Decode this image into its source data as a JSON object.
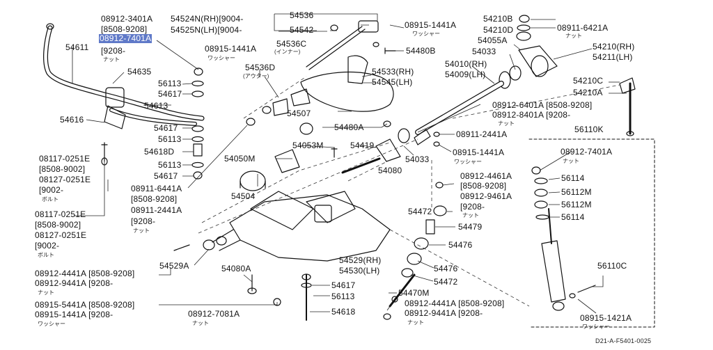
{
  "diagram_ref": "D21-A-F5401-0025",
  "highlight_color": "#5f79c8",
  "labels": {
    "p54611": "54611",
    "p08912_3401A": "08912-3401A",
    "p08912_3401A_d": "[8508-9208]",
    "p08912_7401A_hl": "08912-7401A",
    "p08912_7401A_hl_d": "[9208-",
    "p08912_7401A_hl_sub": "ナット",
    "p54635": "54635",
    "p56113_a": "56113",
    "p54617_a": "54617",
    "p54613": "54613",
    "p54616": "54616",
    "p54617_b": "54617",
    "p56113_b": "56113",
    "p54618D": "54618D",
    "p56113_c": "56113",
    "p54617_c": "54617",
    "p08117_0251E_a": "08117-0251E",
    "p08117_0251E_a_d": "[8508-9002]",
    "p08127_0251E_a": "08127-0251E",
    "p08127_0251E_a_d": "[9002-",
    "p08127_0251E_a_sub": "ボルト",
    "p08117_0251E_b": "08117-0251E",
    "p08117_0251E_b_d": "[8508-9002]",
    "p08127_0251E_b": "08127-0251E",
    "p08127_0251E_b_d": "[9002-",
    "p08127_0251E_b_sub": "ボルト",
    "p54524N": "54524N(RH)[9004-",
    "p54525N": "54525N(LH)[9004-",
    "p54536": "54536",
    "p54542": "54542",
    "p08915_1441A_top": "08915-1441A",
    "p08915_1441A_top_sub": "ワッシャー",
    "p08915_1441A_l": "08915-1441A",
    "p08915_1441A_l_sub": "ワッシャー",
    "p54536C": "54536C",
    "p54536C_sub": "(インナー)",
    "p54480B": "54480B",
    "p54536D": "54536D",
    "p54536D_sub": "(アウター)",
    "p54533": "54533(RH)",
    "p54545": "54545(LH)",
    "p54507": "54507",
    "p54480A": "54480A",
    "p54053M": "54053M",
    "p54419": "54419",
    "p54080": "54080",
    "p54033_a": "54033",
    "p54210B": "54210B",
    "p54210D": "54210D",
    "p08911_6421A": "08911-6421A",
    "p08911_6421A_sub": "ナット",
    "p54055A": "54055A",
    "p54033_b": "54033",
    "p54210RH": "54210(RH)",
    "p54211LH": "54211(LH)",
    "p54010": "54010(RH)",
    "p54009": "54009(LH)",
    "p54210C": "54210C",
    "p54210A": "54210A",
    "p08912_6401A": "08912-6401A [8508-9208]",
    "p08912_8401A": "08912-8401A [9208-",
    "p08912_8401A_sub": "ナット",
    "p08911_2441A_r": "08911-2441A",
    "p08915_1441A_r": "08915-1441A",
    "p08915_1441A_r_sub": "ワッシャー",
    "p56110K": "56110K",
    "p08912_7401A_r": "08912-7401A",
    "p08912_7401A_r_sub": "ナット",
    "p56114_a": "56114",
    "p56112M_a": "56112M",
    "p56112M_b": "56112M",
    "p56114_b": "56114",
    "p54050M": "54050M",
    "p54504": "54504",
    "p08911_6441A": "08911-6441A",
    "p08911_6441A_d": "[8508-9208]",
    "p08911_2441A_l": "08911-2441A",
    "p08911_2441A_l_d": "[9208-",
    "p08911_2441A_l_sub": "ナット",
    "p08912_4461A": "08912-4461A",
    "p08912_4461A_d": "[8508-9208]",
    "p08912_9461A": "08912-9461A",
    "p08912_9461A_d": "[9208-",
    "p08912_9461A_sub": "ナット",
    "p54472_a": "54472",
    "p54479": "54479",
    "p54476_a": "54476",
    "p54529A": "54529A",
    "p54529": "54529(RH)",
    "p54530": "54530(LH)",
    "p54476_b": "54476",
    "p54472_b": "54472",
    "p08912_4441A_l": "08912-4441A [8508-9208]",
    "p08912_9441A_l": "08912-9441A [9208-",
    "p08912_9441A_l_sub": "ナット",
    "p54080A": "54080A",
    "p54617_d": "54617",
    "p56113_d": "56113",
    "p54470M": "54470M",
    "p08915_5441A": "08915-5441A [8508-9208]",
    "p08915_1441A_b": "08915-1441A [9208-",
    "p08915_1441A_b_sub": "ワッシャー",
    "p54618": "54618",
    "p08912_7081A": "08912-7081A",
    "p08912_7081A_sub": "ナット",
    "p08912_4441A_r": "08912-4441A [8508-9208]",
    "p08912_9441A_r": "08912-9441A [9208-",
    "p08912_9441A_r_sub": "ナット",
    "p56110C": "56110C",
    "p08915_1421A": "08915-1421A",
    "p08915_1421A_sub": "ワッシャー"
  }
}
